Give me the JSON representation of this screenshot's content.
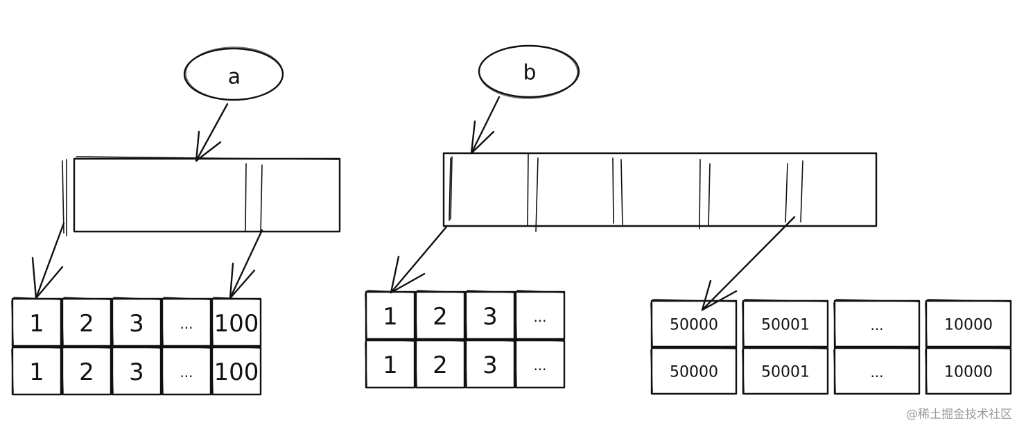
{
  "nodes": {
    "a": {
      "label": "a"
    },
    "b": {
      "label": "b"
    }
  },
  "tables": {
    "left": {
      "rows": [
        [
          "1",
          "2",
          "3",
          "...",
          "100"
        ],
        [
          "1",
          "2",
          "3",
          "...",
          "100"
        ]
      ]
    },
    "middle": {
      "rows": [
        [
          "1",
          "2",
          "3",
          "..."
        ],
        [
          "1",
          "2",
          "3",
          "..."
        ]
      ]
    },
    "right": {
      "rows": [
        [
          "50000",
          "50001",
          "...",
          "10000"
        ],
        [
          "50000",
          "50001",
          "...",
          "10000"
        ]
      ]
    }
  },
  "watermark": "@稀土掘金技术社区"
}
